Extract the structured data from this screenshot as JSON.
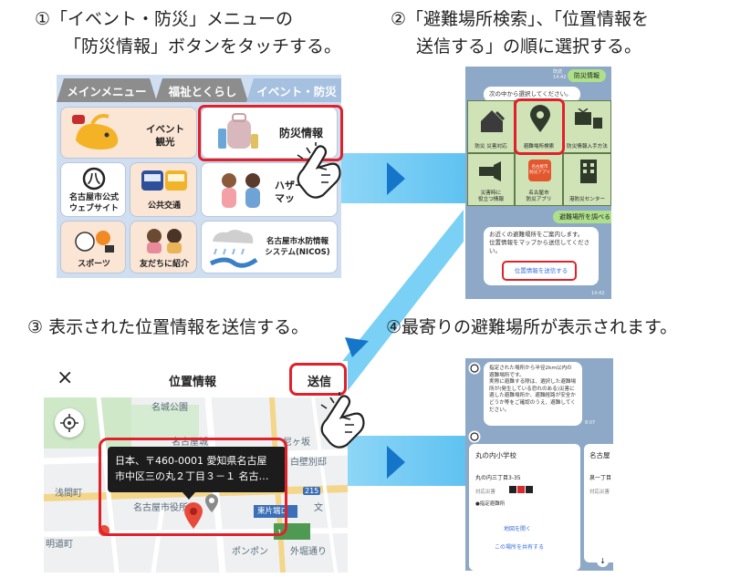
{
  "steps": {
    "step1": {
      "line1": "①「イベント・防災」メニューの",
      "line2": "「防災情報」ボタンをタッチする。"
    },
    "step2": {
      "line1": "②「避難場所検索」、「位置情報を",
      "line2": "送信する」の順に選択する。"
    },
    "step3": {
      "line1": "③ 表示された位置情報を送信する。"
    },
    "step4": {
      "line1": "④最寄りの避難場所が表示されます。"
    }
  },
  "menu": {
    "tabs": [
      "メインメニュー",
      "福祉とくらし",
      "イベント・防災"
    ],
    "tiles": {
      "event": "イベント\n観光",
      "bousai": "防災情報",
      "city_site": "名古屋市公式\nウェブサイト",
      "transit": "公共交通",
      "hazard": "ハザー\nマッ",
      "sports": "スポーツ",
      "friends": "友だちに紹介",
      "nicos": "名古屋市水防情報\nシステム(NICOS)"
    }
  },
  "chat": {
    "top_sent": "防災情報",
    "read": "既読\n14:42",
    "prompt": "次の中から選択してください。",
    "grid": [
      "防災 災害対応",
      "避難場所検索",
      "防災情報入手方法",
      "災害時に\n役立つ情報",
      "名古屋市\n防災アプリ",
      "港防災センター"
    ],
    "app_badge": "名古屋市\n防災アプリ",
    "sent2": "避難場所を調べる",
    "msg": "お近くの避難場所をご案内します。\n位置情報をマップから送信してください。",
    "send_location": "位置情報を送信する",
    "time": "14:42"
  },
  "location": {
    "close": "×",
    "title": "位置情報",
    "send": "送信",
    "address": "日本、〒460-0001 愛知県名古屋\n市中区三の丸２丁目３－１ 名古…",
    "map_labels": {
      "park": "名城公園",
      "castle": "名古屋城",
      "amagasaka": "尼ヶ坂",
      "shiragabe": "白壁別邸",
      "sengenchou": "浅間町",
      "cityhall": "名古屋市役所",
      "higashikatahashi": "東片端ロ",
      "bunka": "文",
      "ring": "215",
      "meido": "明道町",
      "ponpon": "ポンポン",
      "gaiento": "外堀通り",
      "route1": "1"
    }
  },
  "result": {
    "message": "指定された場所から半径2km以内の避難場所です。\n実際に避難する際は、選択した避難場所が(発生している恐れのある)災害に適した避難場所か、避難経路が安全かどうか等をご確認のうえ、避難してください。",
    "time": "8:07",
    "card1": {
      "name": "丸の内小学校",
      "address": "丸の内三丁目3-35",
      "hazard_label": "対応災害",
      "designated": "●指定避難所",
      "link1": "地図を開く",
      "link2": "この場所を共有する"
    },
    "card2": {
      "name": "名古屋",
      "address": "泉一丁目",
      "hazard_label": "対応災害"
    }
  },
  "colors": {
    "accent_red": "#e0212b",
    "flow_blue": "#6fcaf3",
    "arrow_blue": "#1576c9"
  }
}
